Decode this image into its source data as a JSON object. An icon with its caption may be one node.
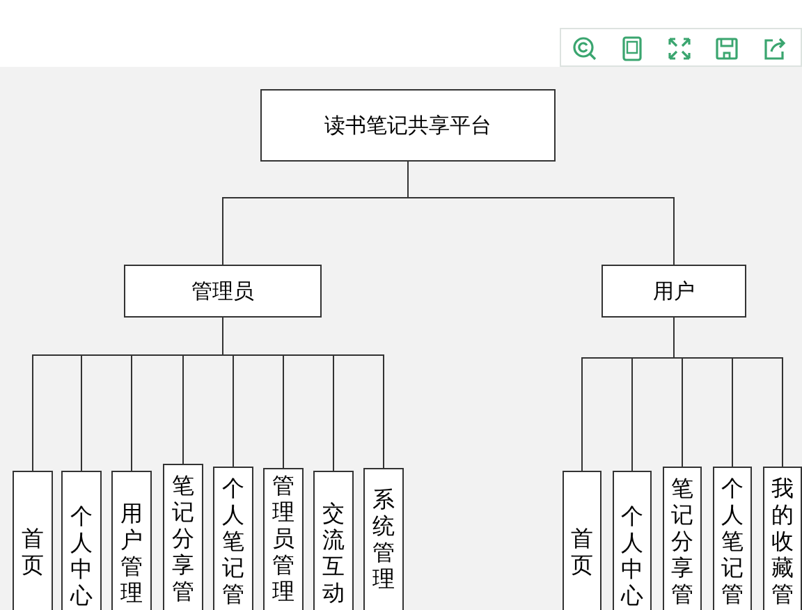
{
  "diagram": {
    "nodes": [
      {
        "text": [
          "读书笔记共享平台"
        ]
      },
      {
        "text": [
          "管理员"
        ]
      },
      {
        "text": [
          "用户"
        ]
      },
      {
        "text": [
          "首页"
        ]
      },
      {
        "text": [
          "个人中心"
        ]
      },
      {
        "text": [
          "用户管理"
        ]
      },
      {
        "text": [
          "笔记分享管"
        ]
      },
      {
        "text": [
          "个人笔记管"
        ]
      },
      {
        "text": [
          "管理员管理"
        ]
      },
      {
        "text": [
          "交流互动"
        ]
      },
      {
        "text": [
          "系统管理"
        ]
      },
      {
        "text": [
          "首页"
        ]
      },
      {
        "text": [
          "个人中心"
        ]
      },
      {
        "text": [
          "笔记分享管"
        ]
      },
      {
        "text": [
          "个人笔记管"
        ]
      },
      {
        "text": [
          "我的收藏管"
        ]
      }
    ],
    "edges": [
      {
        "from": 0,
        "to": 1,
        "arrow": "none"
      },
      {
        "from": 0,
        "to": 2,
        "arrow": "none"
      },
      {
        "from": 1,
        "to": 3,
        "arrow": "none"
      },
      {
        "from": 1,
        "to": 4,
        "arrow": "none"
      },
      {
        "from": 1,
        "to": 5,
        "arrow": "none"
      },
      {
        "from": 1,
        "to": 6,
        "arrow": "none"
      },
      {
        "from": 1,
        "to": 7,
        "arrow": "none"
      },
      {
        "from": 1,
        "to": 8,
        "arrow": "none"
      },
      {
        "from": 1,
        "to": 9,
        "arrow": "none"
      },
      {
        "from": 1,
        "to": 10,
        "arrow": "none"
      },
      {
        "from": 2,
        "to": 11,
        "arrow": "none"
      },
      {
        "from": 2,
        "to": 12,
        "arrow": "none"
      },
      {
        "from": 2,
        "to": 13,
        "arrow": "none"
      },
      {
        "from": 2,
        "to": 14,
        "arrow": "none"
      },
      {
        "from": 2,
        "to": 15,
        "arrow": "none"
      }
    ]
  }
}
